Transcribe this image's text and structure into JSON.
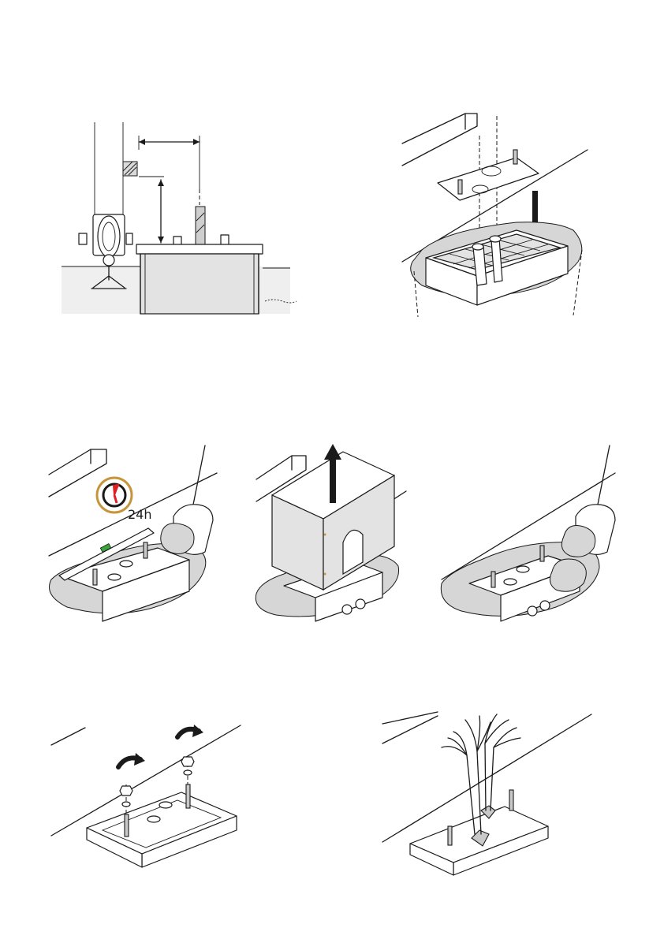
{
  "steps": [
    {
      "id": 1,
      "icons": [
        "measurement-arrows-icon"
      ]
    },
    {
      "id": 2,
      "icons": [
        "down-arrow-icon"
      ]
    },
    {
      "id": 3,
      "icons": [
        "timer-icon",
        "shovel-icon",
        "spirit-level-icon"
      ],
      "timer_label": "24h"
    },
    {
      "id": 4,
      "icons": [
        "up-arrow-icon"
      ]
    },
    {
      "id": 5,
      "icons": [
        "shovel-icon"
      ]
    },
    {
      "id": 6,
      "icons": [
        "rotate-arrow-icon",
        "rotate-arrow-icon"
      ]
    },
    {
      "id": 7,
      "icons": [
        "cable-bundle-icon"
      ]
    }
  ],
  "colors": {
    "line": "#1a1a1a",
    "timer_ring": "#c8943a",
    "timer_hand": "#e02020",
    "level_bubble": "#3aa53a"
  }
}
